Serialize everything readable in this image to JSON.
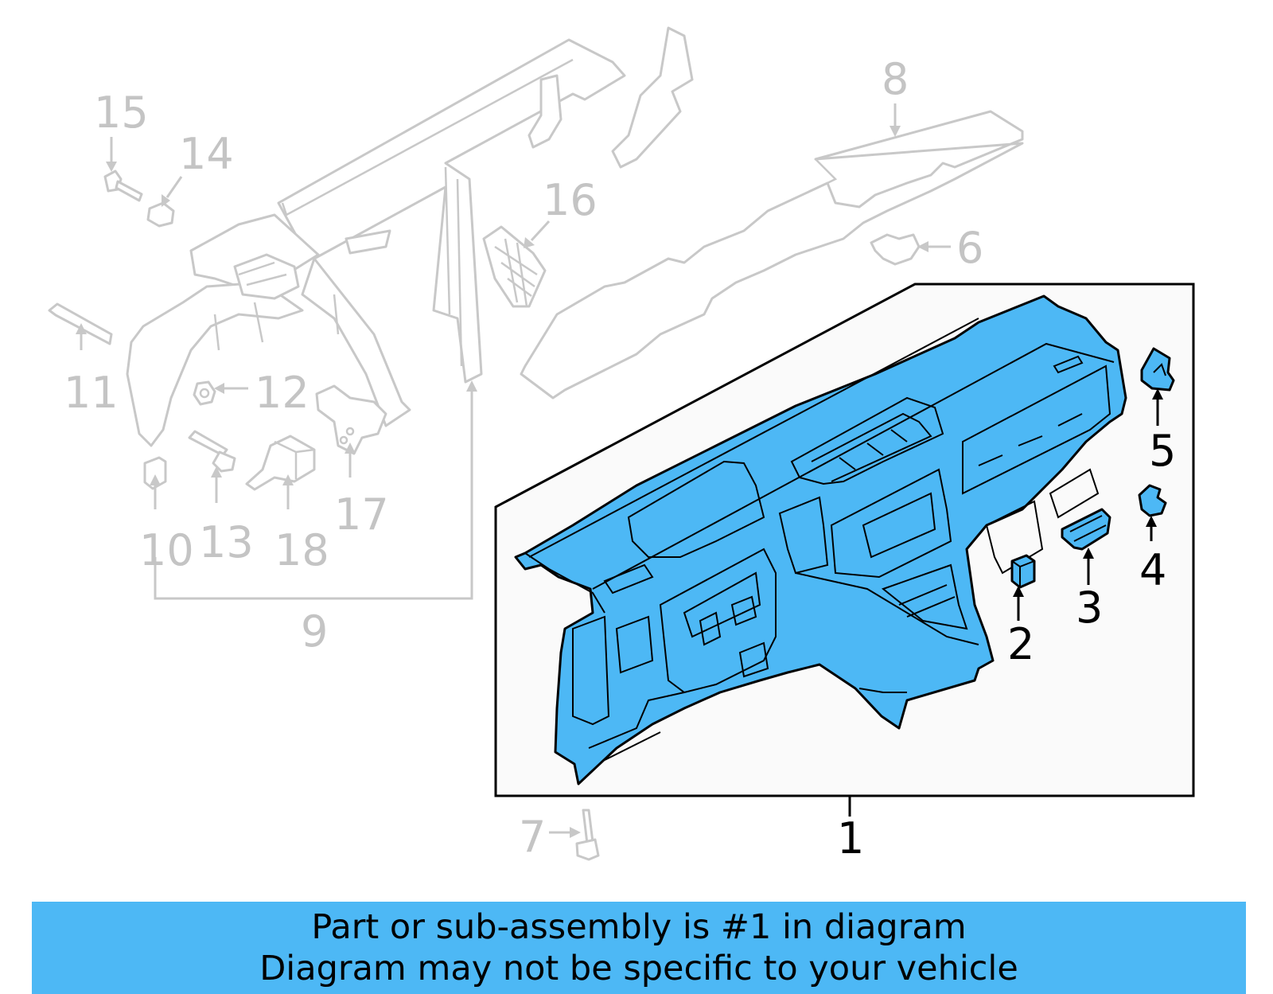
{
  "diagram": {
    "main_part_callout": "1",
    "callouts_highlighted": [
      "2",
      "3",
      "4",
      "5"
    ],
    "callouts_other": [
      "6",
      "7",
      "8",
      "9",
      "10",
      "11",
      "12",
      "13",
      "14",
      "15",
      "16",
      "17",
      "18"
    ],
    "colors": {
      "highlight": "#4db8f5",
      "context_parts": "#c8c8c8",
      "outline": "#000000"
    }
  },
  "notice": {
    "line1": "Part or sub-assembly is #1 in diagram",
    "line2": "Diagram may not be specific to your vehicle"
  }
}
